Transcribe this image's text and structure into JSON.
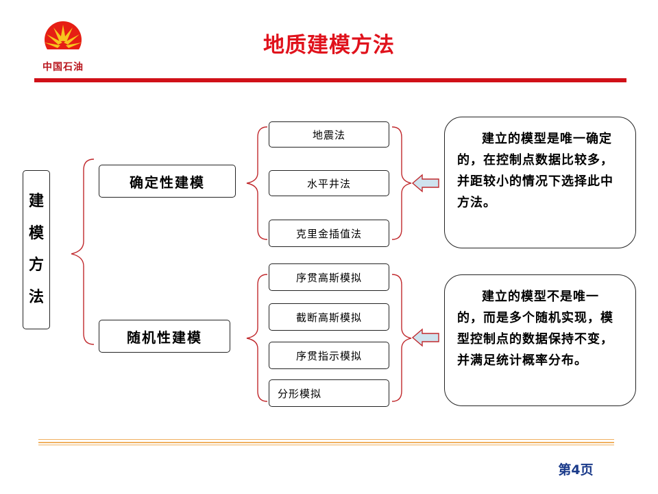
{
  "header": {
    "logo_text": "中国石油",
    "title": "地质建模方法"
  },
  "root": {
    "chars": [
      "建",
      "模",
      "方",
      "法"
    ]
  },
  "deterministic": {
    "label": "确定性建模",
    "methods": [
      "地震法",
      "水平井法",
      "克里金插值法"
    ],
    "note": "建立的模型是唯一确定的，在控制点数据比较多，并距较小的情况下选择此中方法。"
  },
  "stochastic": {
    "label": "随机性建模",
    "methods": [
      "序贯高斯模拟",
      "截断高斯模拟",
      "序贯指示模拟",
      "分形模拟"
    ],
    "note": "建立的模型不是唯一的，而是多个随机实现，模型控制点的数据保持不变，并满足统计概率分布。"
  },
  "footer": {
    "page": "第4页"
  },
  "colors": {
    "title_red": "#e0121c",
    "rule_red": "#d01018",
    "brace_red": "#c0282c",
    "arrow_fill": "#cfe3ee",
    "arrow_stroke": "#c0282c",
    "page_blue": "#1a3a8a"
  }
}
